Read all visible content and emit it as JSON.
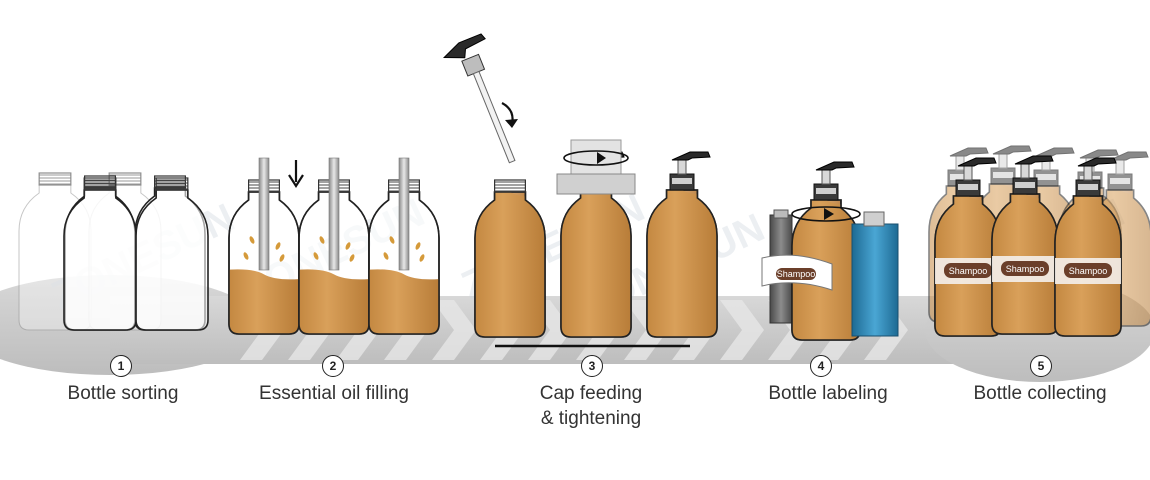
{
  "colors": {
    "conveyor": "#c8c8c8",
    "conveyor_stripe": "#e6e6e6",
    "liquid": "#c98a3c",
    "liquid_dark": "#a86c24",
    "cap": "#2a2a2a",
    "label_tag": "#6b3f2a",
    "roller_gray": "#6a6a6a",
    "roller_blue": "#2f86b5"
  },
  "watermark": "ZONESUN",
  "steps": [
    {
      "number": "1",
      "label": "Bottle sorting"
    },
    {
      "number": "2",
      "label": "Essential oil filling"
    },
    {
      "number": "3",
      "label": "Cap feeding\n& tightening"
    },
    {
      "number": "4",
      "label": "Bottle labeling"
    },
    {
      "number": "5",
      "label": "Bottle collecting"
    }
  ],
  "product_label": "Shampoo",
  "icons": {
    "arrow": "down-arrow-icon",
    "rotate": "rotate-arrow-icon"
  }
}
